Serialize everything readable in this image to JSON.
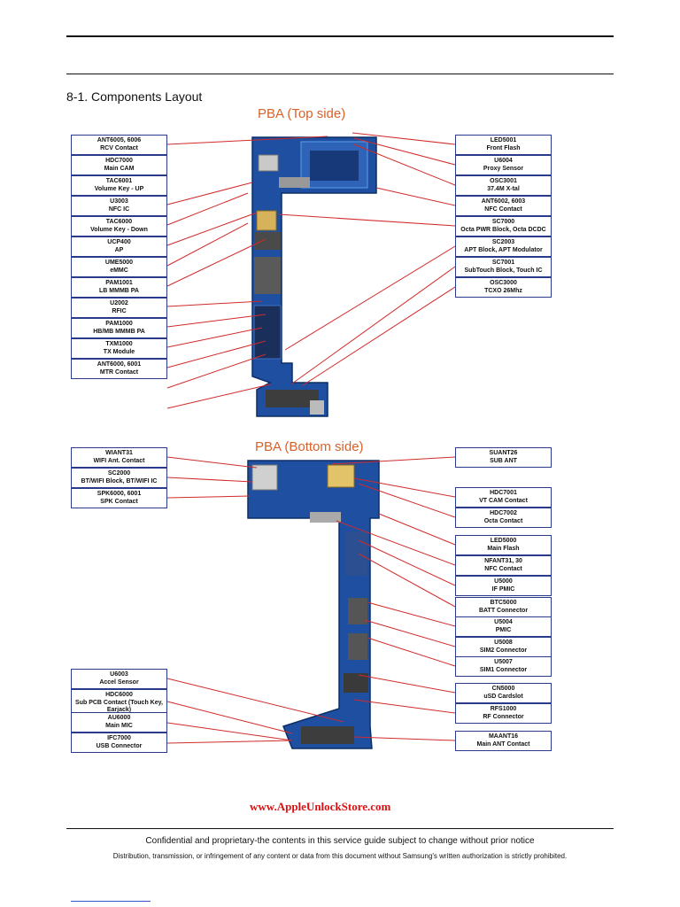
{
  "document": {
    "section_title": "8-1. Components Layout",
    "top_title": "PBA (Top side)",
    "bottom_title": "PBA (Bottom side)",
    "website": "www.AppleUnlockStore.com",
    "footer_line1": "Confidential and proprietary-the contents in this service guide subject to change without prior notice",
    "footer_line2": "Distribution, transmission, or infringement of any content or data from this document without Samsung's written authorization is strictly prohibited."
  },
  "top_left": [
    {
      "code": "ANT6005, 6006",
      "desc": "RCV Contact"
    },
    {
      "code": "HDC7000",
      "desc": "Main CAM"
    },
    {
      "code": "TAC6001",
      "desc": "Volume Key - UP"
    },
    {
      "code": "U3003",
      "desc": "NFC IC"
    },
    {
      "code": "TAC6000",
      "desc": "Volume Key - Down"
    },
    {
      "code": "UCP400",
      "desc": "AP"
    },
    {
      "code": "UME5000",
      "desc": "eMMC"
    },
    {
      "code": "PAM1001",
      "desc": "LB MMMB PA"
    },
    {
      "code": "U2002",
      "desc": "RFIC"
    },
    {
      "code": "PAM1000",
      "desc": "HB/MB MMMB PA"
    },
    {
      "code": "TXM1000",
      "desc": "TX Module"
    },
    {
      "code": "ANT6000, 6001",
      "desc": "MTR Contact"
    }
  ],
  "top_right": [
    {
      "code": "LED5001",
      "desc": "Front Flash"
    },
    {
      "code": "U6004",
      "desc": "Proxy Sensor"
    },
    {
      "code": "OSC3001",
      "desc": "37.4M X-tal"
    },
    {
      "code": "ANT6002, 6003",
      "desc": "NFC Contact"
    },
    {
      "code": "SC7000",
      "desc": "Octa PWR Block, Octa DCDC"
    },
    {
      "code": "SC2003",
      "desc": "APT Block, APT Modulator"
    },
    {
      "code": "SC7001",
      "desc": "SubTouch Block, Touch IC"
    },
    {
      "code": "OSC3000",
      "desc": "TCXO 26Mhz"
    }
  ],
  "bottom_left_top": [
    {
      "code": "WIANT31",
      "desc": "WIFI Ant. Contact"
    },
    {
      "code": "SC2000",
      "desc": "BT/WIFI Block, BT/WIFI IC"
    },
    {
      "code": "SPK6000, 6001",
      "desc": "SPK Contact"
    }
  ],
  "bottom_left_low": [
    {
      "code": "U6003",
      "desc": "Accel Sensor"
    },
    {
      "code": "HDC6000",
      "desc": "Sub PCB Contact (Touch Key, Earjack)"
    },
    {
      "code": "AU6000",
      "desc": "Main MIC"
    },
    {
      "code": "IFC7000",
      "desc": "USB Connector"
    }
  ],
  "bottom_right": [
    {
      "code": "SUANT26",
      "desc": "SUB ANT"
    },
    {
      "code": "HDC7001",
      "desc": "VT CAM Contact"
    },
    {
      "code": "HDC7002",
      "desc": "Octa Contact"
    },
    {
      "code": "LED5000",
      "desc": "Main Flash"
    },
    {
      "code": "NFANT31, 30",
      "desc": "NFC Contact"
    },
    {
      "code": "U5000",
      "desc": "IF PMIC"
    },
    {
      "code": "BTC5000",
      "desc": "BATT Connector"
    },
    {
      "code": "U5004",
      "desc": "PMIC"
    },
    {
      "code": "U5008",
      "desc": "SIM2 Connector"
    },
    {
      "code": "U5007",
      "desc": "SIM1 Connector"
    },
    {
      "code": "CN5000",
      "desc": "uSD Cardslot"
    },
    {
      "code": "RFS1000",
      "desc": "RF Connector"
    },
    {
      "code": "MAANT16",
      "desc": "Main ANT Contact"
    }
  ],
  "colors": {
    "title": "#d9612a",
    "box_border": "#2a3a8a",
    "wire": "#d12a2a",
    "pcb": "#1f4fa0",
    "website": "#dd1111"
  }
}
